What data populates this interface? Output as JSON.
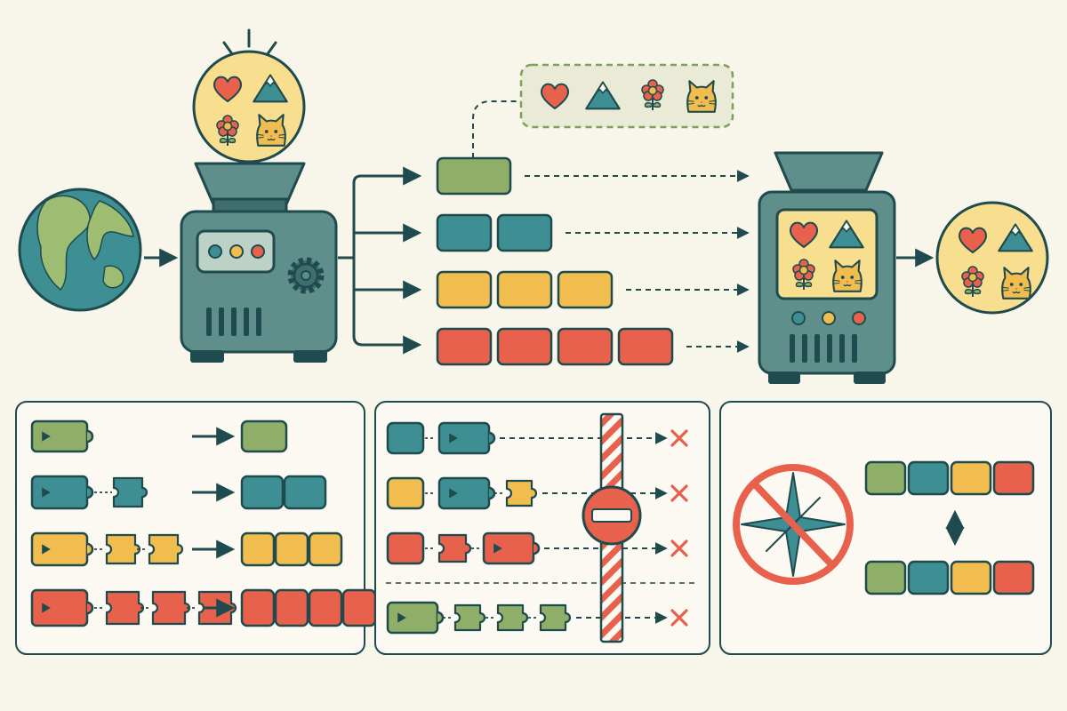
{
  "palette": {
    "background": "#f8f5ea",
    "outline": "#1f4b4e",
    "machine": "#5e8f8b",
    "machine_dark": "#3f6f6c",
    "green": "#8faf68",
    "teal": "#3e8f94",
    "yellow": "#f2bd4f",
    "red": "#e8614c",
    "cream_bulb": "#f7df8f",
    "panel_fill": "#fbf9f1",
    "earth_ocean": "#3e8f94",
    "earth_land": "#9dbd72"
  },
  "icons": {
    "input": "earth-globe-icon",
    "encoder": "encoder-machine-icon",
    "bulb": "idea-bulb-icon",
    "decoder": "decoder-machine-icon",
    "output": "reconstructed-content-icon",
    "concepts": [
      "heart-icon",
      "mountain-icon",
      "flower-icon",
      "cat-icon"
    ],
    "start_marker": "play-triangle-icon",
    "blocked": "x-mark-icon",
    "barrier": "no-entry-icon",
    "no_direction": "prohibited-compass-icon",
    "swap": "double-arrow-vertical-icon"
  },
  "pipeline": {
    "rows": [
      {
        "color": "green",
        "blocks": 1
      },
      {
        "color": "teal",
        "blocks": 2
      },
      {
        "color": "yellow",
        "blocks": 3
      },
      {
        "color": "red",
        "blocks": 4
      }
    ],
    "callout_concepts": [
      "heart",
      "mountain",
      "flower",
      "cat"
    ]
  },
  "panel_growth": {
    "rows": [
      {
        "color": "green",
        "pieces": 0,
        "result_blocks": 1
      },
      {
        "color": "teal",
        "pieces": 1,
        "result_blocks": 2
      },
      {
        "color": "yellow",
        "pieces": 2,
        "result_blocks": 3
      },
      {
        "color": "red",
        "pieces": 3,
        "result_blocks": 4
      }
    ]
  },
  "panel_blocked": {
    "rows": [
      {
        "lead": "teal",
        "start": "teal",
        "tail": 0,
        "outcome": "blocked"
      },
      {
        "lead": "yellow",
        "start": "teal",
        "tail": 1,
        "tail_color": "yellow",
        "outcome": "blocked"
      },
      {
        "lead": "red",
        "pre": "red",
        "start": "red",
        "outcome": "blocked"
      },
      {
        "start": "green",
        "tail": 3,
        "tail_color": "green",
        "outcome": "blocked"
      }
    ]
  },
  "panel_order": {
    "top_sequence": [
      "green",
      "teal",
      "yellow",
      "red"
    ],
    "bottom_sequence": [
      "green",
      "teal",
      "yellow",
      "red"
    ]
  }
}
